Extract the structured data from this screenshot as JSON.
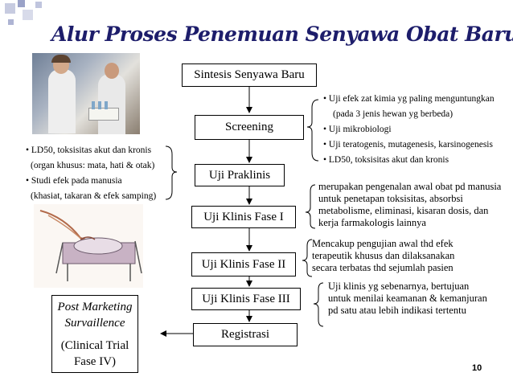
{
  "title": "Alur Proses Penemuan Senyawa Obat Baru",
  "flow": {
    "synthesis": "Sintesis Senyawa Baru",
    "screening": "Screening",
    "preclinical": "Uji Praklinis",
    "phase1": "Uji Klinis Fase I",
    "phase2": "Uji Klinis Fase II",
    "phase3": "Uji Klinis Fase III",
    "registration": "Registrasi"
  },
  "screening_notes": [
    "• Uji efek zat kimia yg paling menguntungkan",
    "(pada 3 jenis hewan yg berbeda)",
    "• Uji mikrobiologi",
    "• Uji teratogenis, mutagenesis, karsinogenesis",
    "•  LD50, toksisitas akut dan kronis"
  ],
  "preclinical_notes": [
    "• LD50, toksisitas akut dan kronis",
    "(organ khusus: mata, hati & otak)",
    "• Studi efek pada manusia",
    "(khasiat, takaran & efek samping)"
  ],
  "phase1_note": "merupakan pengenalan awal obat pd manusia  untuk penetapan toksisitas, absorbsi metabolisme, eliminasi, kisaran dosis, dan kerja farmakologis lainnya",
  "phase2_note": "Mencakup pengujian awal thd efek terapeutik khusus dan dilaksanakan secara terbatas thd sejumlah pasien",
  "phase3_note": "Uji klinis yg sebenarnya, bertujuan untuk menilai keamanan & kemanjuran pd satu atau lebih indikasi tertentu",
  "post_marketing": {
    "line1": "Post Marketing",
    "line2": "Survaillence",
    "line3": "(Clinical Trial",
    "line4": "Fase IV)"
  },
  "page_number": "10"
}
